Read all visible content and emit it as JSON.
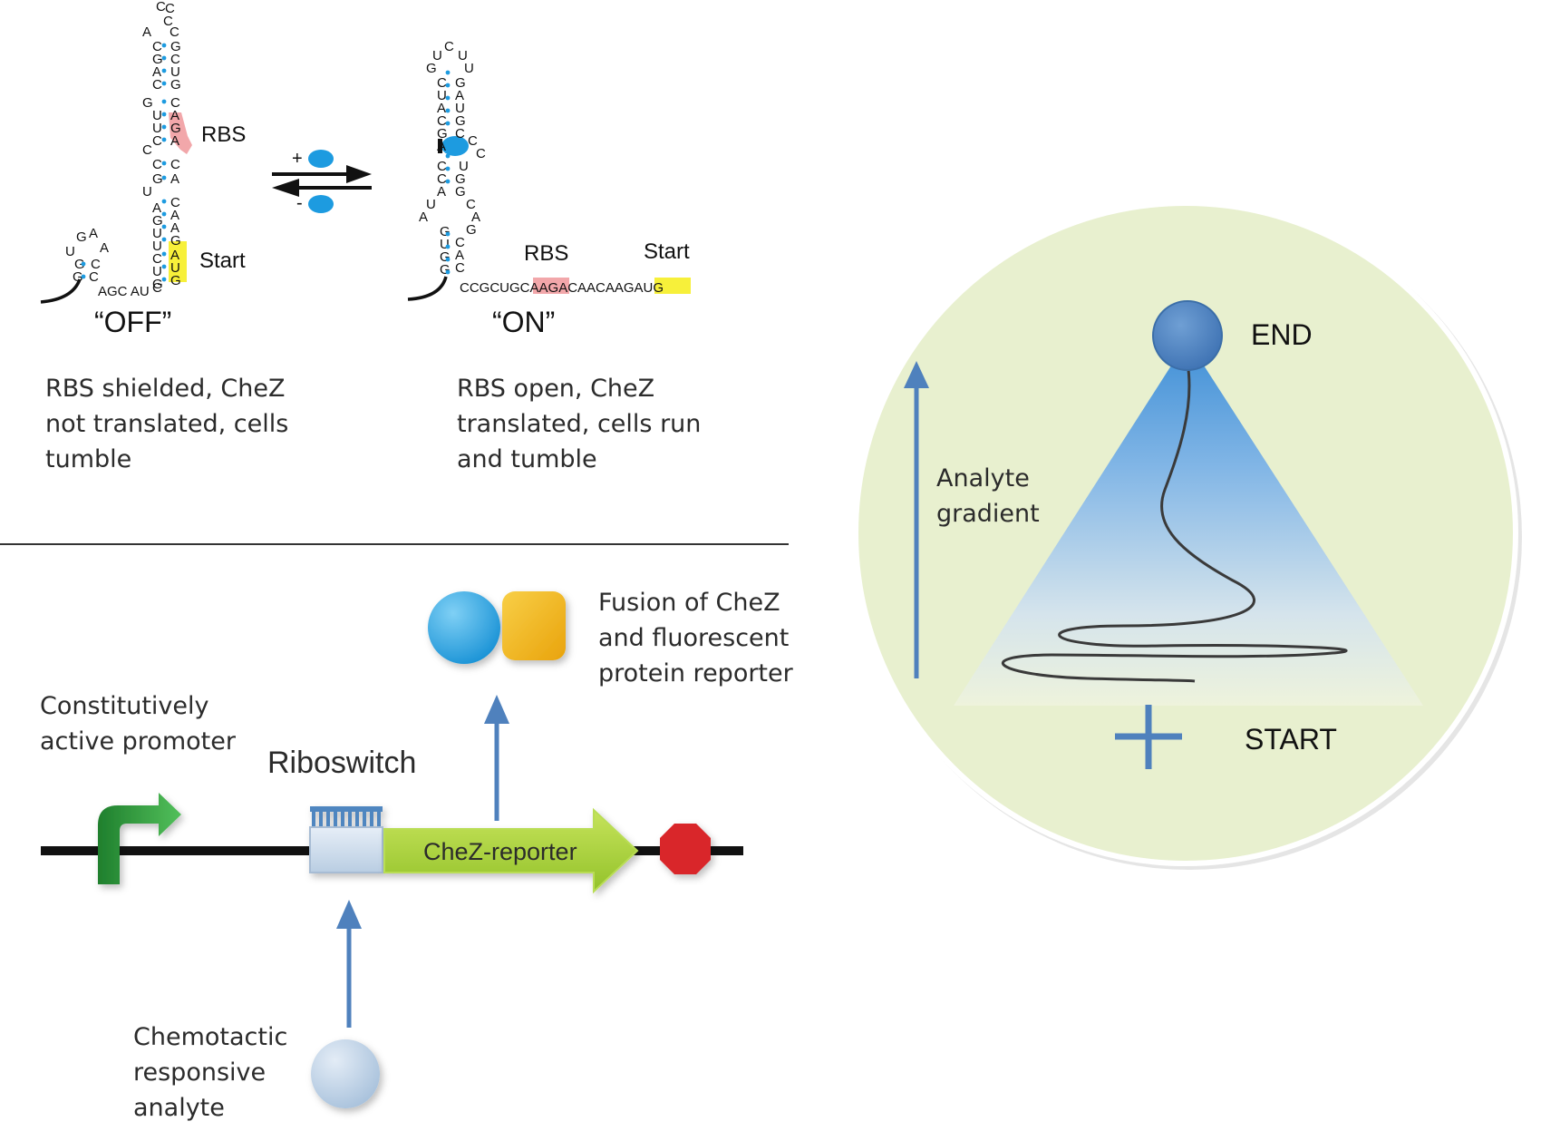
{
  "off_state": {
    "stem_letters_left": [
      "A",
      "C",
      "G",
      "A",
      "C",
      "G",
      "U",
      "U",
      "C",
      "C",
      "C",
      "G",
      "U",
      "A",
      "G",
      "U",
      "U",
      "C",
      "U",
      "G",
      "C"
    ],
    "stem_letters_right": [
      "C",
      "C",
      "G",
      "C",
      "U",
      "G",
      "C",
      "A",
      "G",
      "A",
      "C",
      "A",
      "C",
      "A",
      "A",
      "G",
      "A",
      "U",
      "G"
    ],
    "loop_top": [
      "C",
      "C"
    ],
    "small_hairpin": [
      "U",
      "G",
      "A",
      "A",
      "G",
      "C",
      "G",
      "C"
    ],
    "linker": "AGC AU",
    "rbs_label": "RBS",
    "start_label": "Start",
    "state_label": "“OFF”",
    "caption_lines": [
      "RBS shielded, CheZ",
      "not translated, cells",
      "tumble"
    ]
  },
  "on_state": {
    "stem_letters_left": [
      "U",
      "G",
      "C",
      "U",
      "A",
      "C",
      "G",
      "A",
      "C",
      "C",
      "A",
      "U",
      "A",
      "G",
      "U",
      "G",
      "G"
    ],
    "stem_letters_right": [
      "C",
      "U",
      "U",
      "G",
      "A",
      "U",
      "G",
      "C",
      "C",
      "C",
      "U",
      "G",
      "G",
      "C",
      "A",
      "G",
      "C",
      "A",
      "C"
    ],
    "tail_seq_pre": "CCGCUGC",
    "tail_rbs": "AAG",
    "tail_mid": "ACAACAAG",
    "tail_start": "AUG",
    "rbs_label": "RBS",
    "start_label": "Start",
    "state_label": "“ON”",
    "caption_lines": [
      "RBS open,  CheZ",
      "translated, cells run",
      "and tumble"
    ]
  },
  "equilibrium": {
    "plus": "+",
    "minus": "-"
  },
  "construct": {
    "promoter_label_lines": [
      "Constitutively",
      "active promoter"
    ],
    "riboswitch_label": "Riboswitch",
    "reporter_label": "CheZ-reporter",
    "fusion_label_lines": [
      "Fusion of CheZ",
      "and fluorescent",
      "protein reporter"
    ],
    "analyte_label_lines": [
      "Chemotactic",
      "responsive",
      "analyte"
    ]
  },
  "assay": {
    "end_label": "END",
    "start_label": "START",
    "gradient_label_lines": [
      "Analyte",
      "gradient"
    ]
  },
  "colors": {
    "rbs_highlight": "#f2a7aa",
    "start_highlight": "#f7f03a",
    "ligand_blue": "#1d9be0",
    "arrow_blue": "#4f81bd",
    "promoter_green": "#2e9b3c",
    "reporter_green": "#a6d13a",
    "stop_red": "#d9252a",
    "dish_fill": "#e8f0cf",
    "fluor_orange": "#f2b51c"
  }
}
